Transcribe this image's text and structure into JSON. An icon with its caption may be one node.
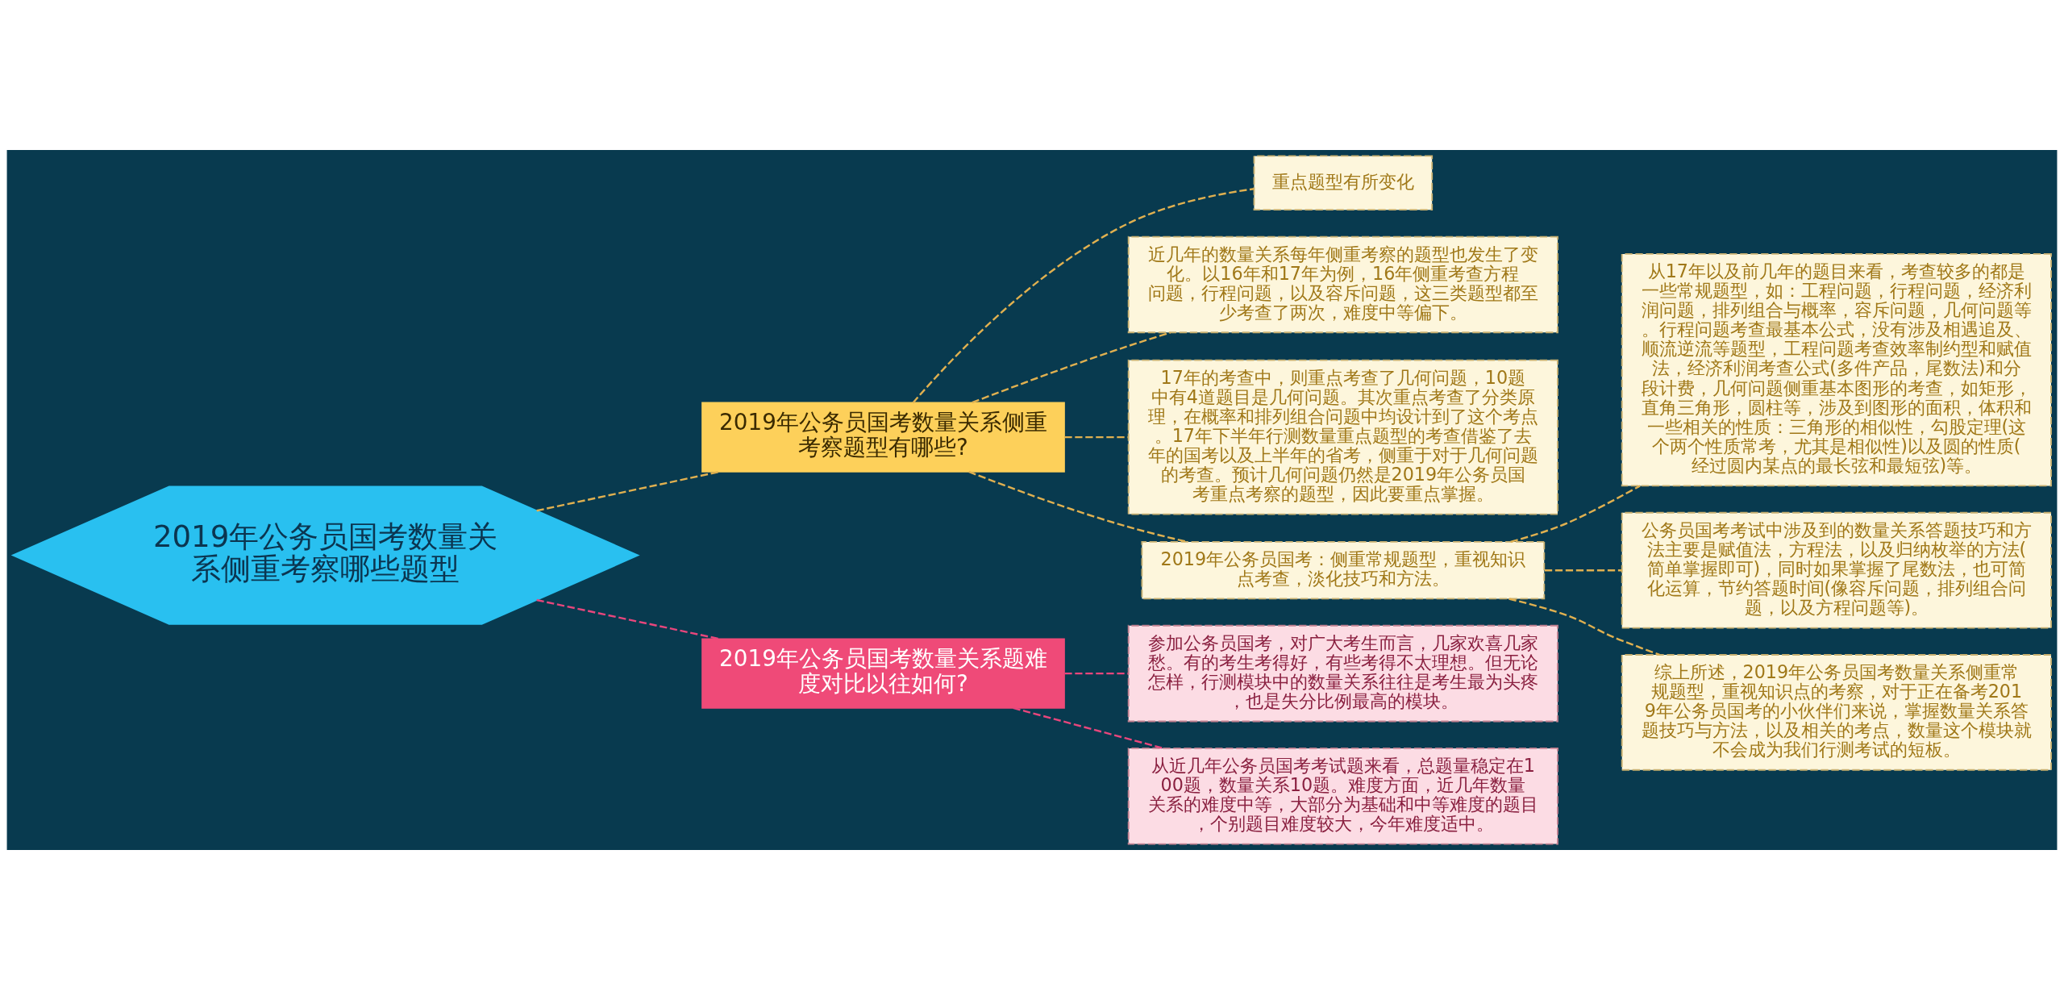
{
  "diagram": {
    "nodes": [
      {
        "text": [
          "2019年公务员国考数量关系侧重考察哪些题型"
        ]
      },
      {
        "text": [
          "2019年公务员国考数量关系侧重考察题型有哪些?"
        ]
      },
      {
        "text": [
          "重点题型有所变化"
        ]
      },
      {
        "text": [
          "近几年的数量关系每年侧重考察的题型也发生了变化。以16年和17年为例，16年侧重考查方程问题，行程问题，以及容斥问题，这三类题型都至少考查了两次，难度中等偏下。"
        ]
      },
      {
        "text": [
          "17年的考查中，则重点考查了几何问题，10题中有4道题目是几何问题。其次重点考查了分类原理，在概率和排列组合问题中均设计到了这个考点。17年下半年行测数量重点题型的考查借鉴了去年的国考以及上半年的省考，侧重于对于几何问题的考查。预计几何问题仍然是2019年公务员国考重点考察的题型，因此要重点掌握。"
        ]
      },
      {
        "text": [
          "2019年公务员国考：侧重常规题型，重视知识点考查，淡化技巧和方法。"
        ]
      },
      {
        "text": [
          "从17年以及前几年的题目来看，考查较多的都是一些常规题型，如：工程问题，行程问题，经济利润问题，排列组合与概率，容斥问题，几何问题等。行程问题考查最基本公式，没有涉及相遇追及、顺流逆流等题型，工程问题考查效率制约型和赋值法，经济利润考查公式(多件产品，尾数法)和分段计费，几何问题侧重基本图形的考查，如矩形，直角三角形，圆柱等，涉及到图形的面积，体积和一些相关的性质：三角形的相似性，勾股定理(这个两个性质常考，尤其是相似性)以及圆的性质(经过圆内某点的最长弦和最短弦)等。"
        ]
      },
      {
        "text": [
          "公务员国考考试中涉及到的数量关系答题技巧和方法主要是赋值法，方程法，以及归纳枚举的方法(简单掌握即可)，同时如果掌握了尾数法，也可简化运算，节约答题时间(像容斥问题，排列组合问题，以及方程问题等)。"
        ]
      },
      {
        "text": [
          "综上所述，2019年公务员国考数量关系侧重常规题型，重视知识点的考察，对于正在备考2019年公务员国考的小伙伴们来说，掌握数量关系答题技巧与方法，以及相关的考点，数量这个模块就不会成为我们行测考试的短板。"
        ]
      },
      {
        "text": [
          "2019年公务员国考数量关系题难度对比以往如何?"
        ]
      },
      {
        "text": [
          "参加公务员国考，对广大考生而言，几家欢喜几家愁。有的考生考得好，有些考得不太理想。但无论怎样，行测模块中的数量关系往往是考生最为头疼，也是失分比例最高的模块。"
        ]
      },
      {
        "text": [
          "从近几年公务员国考考试题来看，总题量稳定在100题，数量关系10题。难度方面，近几年数量关系的难度中等，大部分为基础和中等难度的题目，个别题目难度较大，今年难度适中。"
        ]
      }
    ],
    "edges": [
      {
        "from": 0,
        "to": 1,
        "arrow": "none",
        "style": "dashed"
      },
      {
        "from": 1,
        "to": 2,
        "arrow": "none",
        "style": "dashed"
      },
      {
        "from": 1,
        "to": 3,
        "arrow": "none",
        "style": "dashed"
      },
      {
        "from": 1,
        "to": 4,
        "arrow": "none",
        "style": "dashed"
      },
      {
        "from": 1,
        "to": 5,
        "arrow": "none",
        "style": "dashed"
      },
      {
        "from": 5,
        "to": 6,
        "arrow": "none",
        "style": "dashed"
      },
      {
        "from": 5,
        "to": 7,
        "arrow": "none",
        "style": "dashed"
      },
      {
        "from": 5,
        "to": 8,
        "arrow": "none",
        "style": "dashed"
      },
      {
        "from": 0,
        "to": 9,
        "arrow": "none",
        "style": "dashed",
        "color": "#e8467c"
      },
      {
        "from": 9,
        "to": 10,
        "arrow": "none",
        "style": "dashed",
        "color": "#e8467c"
      },
      {
        "from": 9,
        "to": 11,
        "arrow": "none",
        "style": "dashed",
        "color": "#e8467c"
      }
    ]
  }
}
